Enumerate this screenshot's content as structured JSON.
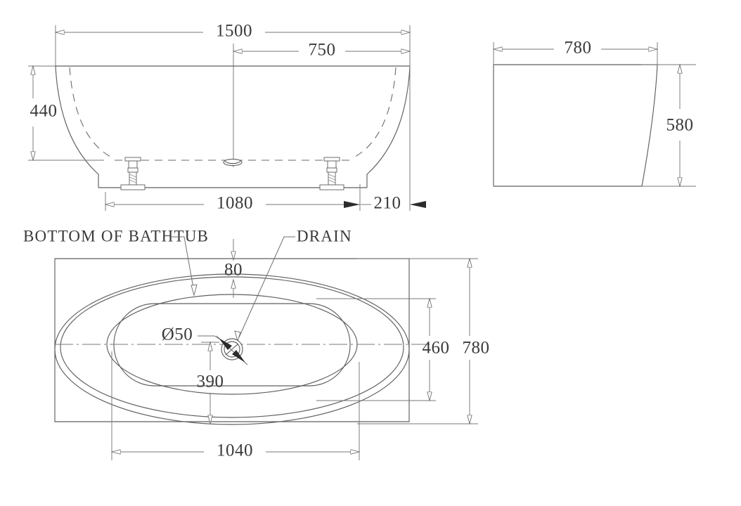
{
  "drawing": {
    "type": "technical-drawing",
    "subject": "bathtub",
    "units": "mm",
    "line_color": "#6a6a6a",
    "text_color": "#3a3a3a",
    "background": "#ffffff"
  },
  "views": {
    "front_elevation": {
      "name": "front-elevation-view",
      "dimensions": {
        "overall_length": "1500",
        "half_length": "750",
        "height": "440",
        "foot_span": "1080",
        "end_offset": "210"
      }
    },
    "side_elevation": {
      "name": "side-elevation-view",
      "dimensions": {
        "width": "780",
        "height": "580"
      }
    },
    "plan": {
      "name": "plan-view",
      "labels": {
        "bottom_of_bathtub": "BOTTOM OF BATHTUB",
        "drain": "DRAIN"
      },
      "dimensions": {
        "rim_offset": "80",
        "drain_diameter": "Ø50",
        "drain_to_edge": "390",
        "inner_width": "460",
        "overall_width": "780",
        "inner_length": "1040"
      }
    }
  },
  "annotations": {
    "dim_1500": "1500",
    "dim_750": "750",
    "dim_440": "440",
    "dim_1080": "1080",
    "dim_210": "210",
    "dim_780_side": "780",
    "dim_580": "580",
    "label_bottom": "BOTTOM OF BATHTUB",
    "label_drain": "DRAIN",
    "dim_80": "80",
    "dim_d50": "Ø50",
    "dim_390": "390",
    "dim_460": "460",
    "dim_780_plan": "780",
    "dim_1040": "1040"
  }
}
